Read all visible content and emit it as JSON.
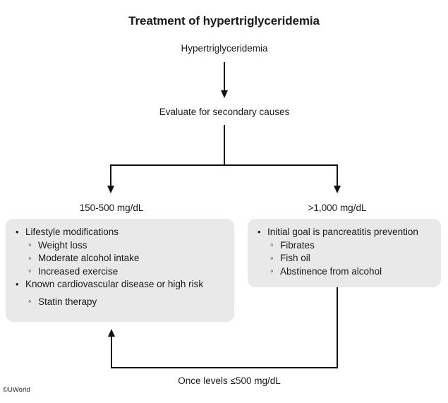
{
  "diagram": {
    "title": "Treatment of hypertriglyceridemia",
    "copyright": "©UWorld",
    "nodes": {
      "start": "Hypertriglyceridemia",
      "evaluate": "Evaluate for secondary causes"
    },
    "branches": [
      {
        "label": "150-500 mg/dL",
        "items": [
          {
            "level": 1,
            "text": "Lifestyle modifications"
          },
          {
            "level": 2,
            "text": "Weight loss"
          },
          {
            "level": 2,
            "text": "Moderate alcohol intake"
          },
          {
            "level": 2,
            "text": "Increased exercise"
          },
          {
            "level": 1,
            "text": "Known cardiovascular disease or high risk"
          },
          {
            "level": 2,
            "text": "Statin therapy"
          }
        ]
      },
      {
        "label": ">1,000 mg/dL",
        "items": [
          {
            "level": 1,
            "text": "Initial goal is pancreatitis prevention"
          },
          {
            "level": 2,
            "text": "Fibrates"
          },
          {
            "level": 2,
            "text": "Fish oil"
          },
          {
            "level": 2,
            "text": "Abstinence from alcohol"
          }
        ]
      }
    ],
    "feedback": {
      "label": "Once levels ≤500 mg/dL"
    },
    "colors": {
      "panel_fill": "#e9e9e9",
      "connector": "#111111",
      "text": "#1a1a1a",
      "background": "#ffffff"
    }
  }
}
